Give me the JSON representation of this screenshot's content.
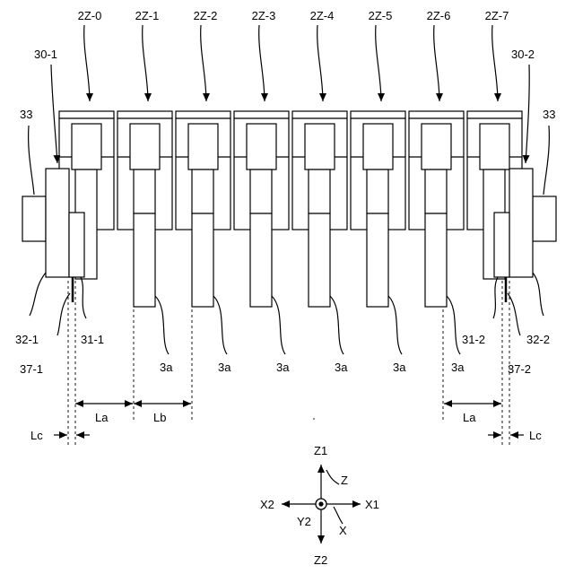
{
  "units": [
    "2Z-0",
    "2Z-1",
    "2Z-2",
    "2Z-3",
    "2Z-4",
    "2Z-5",
    "2Z-6",
    "2Z-7"
  ],
  "side_parts": {
    "left": {
      "head": "30-1",
      "block": "33",
      "body": "32-1",
      "plate": "31-1",
      "pin": "37-1"
    },
    "right": {
      "head": "30-2",
      "block": "33",
      "body": "32-2",
      "plate": "31-2",
      "pin": "37-2"
    }
  },
  "nozzle_label": "3a",
  "dimensions": {
    "La": "La",
    "Lb": "Lb",
    "Lc": "Lc"
  },
  "axes": {
    "z1": "Z1",
    "z2": "Z2",
    "x1": "X1",
    "x2": "X2",
    "y2": "Y2",
    "z": "Z",
    "x": "X"
  }
}
